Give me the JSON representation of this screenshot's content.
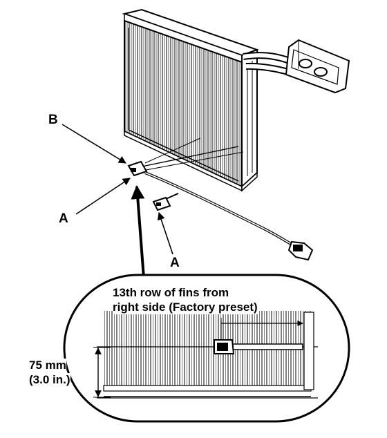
{
  "labels": {
    "b": "B",
    "a_left": "A",
    "a_bottom": "A"
  },
  "detail": {
    "note_line1": "13th row of fins from",
    "note_line2": "right side (Factory preset)",
    "dimension_line1": "75 mm",
    "dimension_line2": "(3.0 in.)"
  },
  "colors": {
    "ink": "#000000",
    "paper": "#ffffff"
  }
}
